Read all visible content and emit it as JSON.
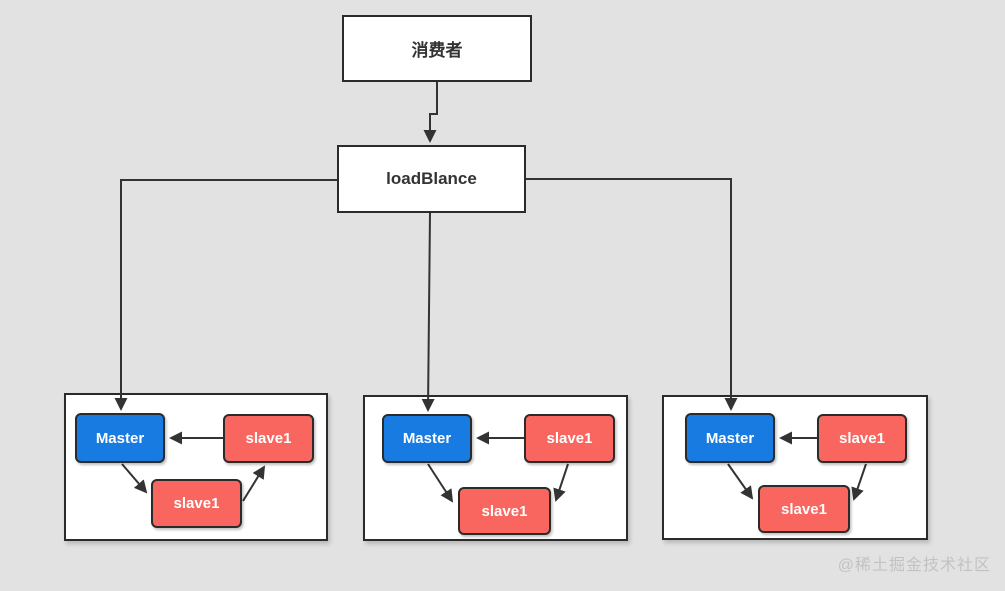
{
  "diagram": {
    "consumer": {
      "label": "消费者"
    },
    "load_balancer": {
      "label": "loadBlance"
    },
    "flow_edges": [
      "consumer -> load_balancer",
      "load_balancer -> cluster-1.master",
      "load_balancer -> cluster-2.master",
      "load_balancer -> cluster-3.master"
    ],
    "clusters": [
      {
        "id": "cluster-1",
        "master_label": "Master",
        "slave_top_label": "slave1",
        "slave_bottom_label": "slave1",
        "edges": [
          "slave_top -> master",
          "master -> slave_bottom",
          "slave_bottom -> slave_top"
        ]
      },
      {
        "id": "cluster-2",
        "master_label": "Master",
        "slave_top_label": "slave1",
        "slave_bottom_label": "slave1",
        "edges": [
          "slave_top -> master",
          "master -> slave_bottom",
          "slave_top -> slave_bottom"
        ]
      },
      {
        "id": "cluster-3",
        "master_label": "Master",
        "slave_top_label": "slave1",
        "slave_bottom_label": "slave1",
        "edges": [
          "slave_top -> master",
          "master -> slave_bottom",
          "slave_top -> slave_bottom"
        ]
      }
    ],
    "colors": {
      "background": "#e2e2e2",
      "node_border": "#2b2b2b",
      "arrow": "#333333",
      "master_fill": "#187be1",
      "slave_fill": "#f9655f",
      "node_text": "#ffffff",
      "label_text": "#333333",
      "watermark_text": "#c4c2c0"
    }
  },
  "watermark": {
    "text": "@稀土掘金技术社区"
  }
}
